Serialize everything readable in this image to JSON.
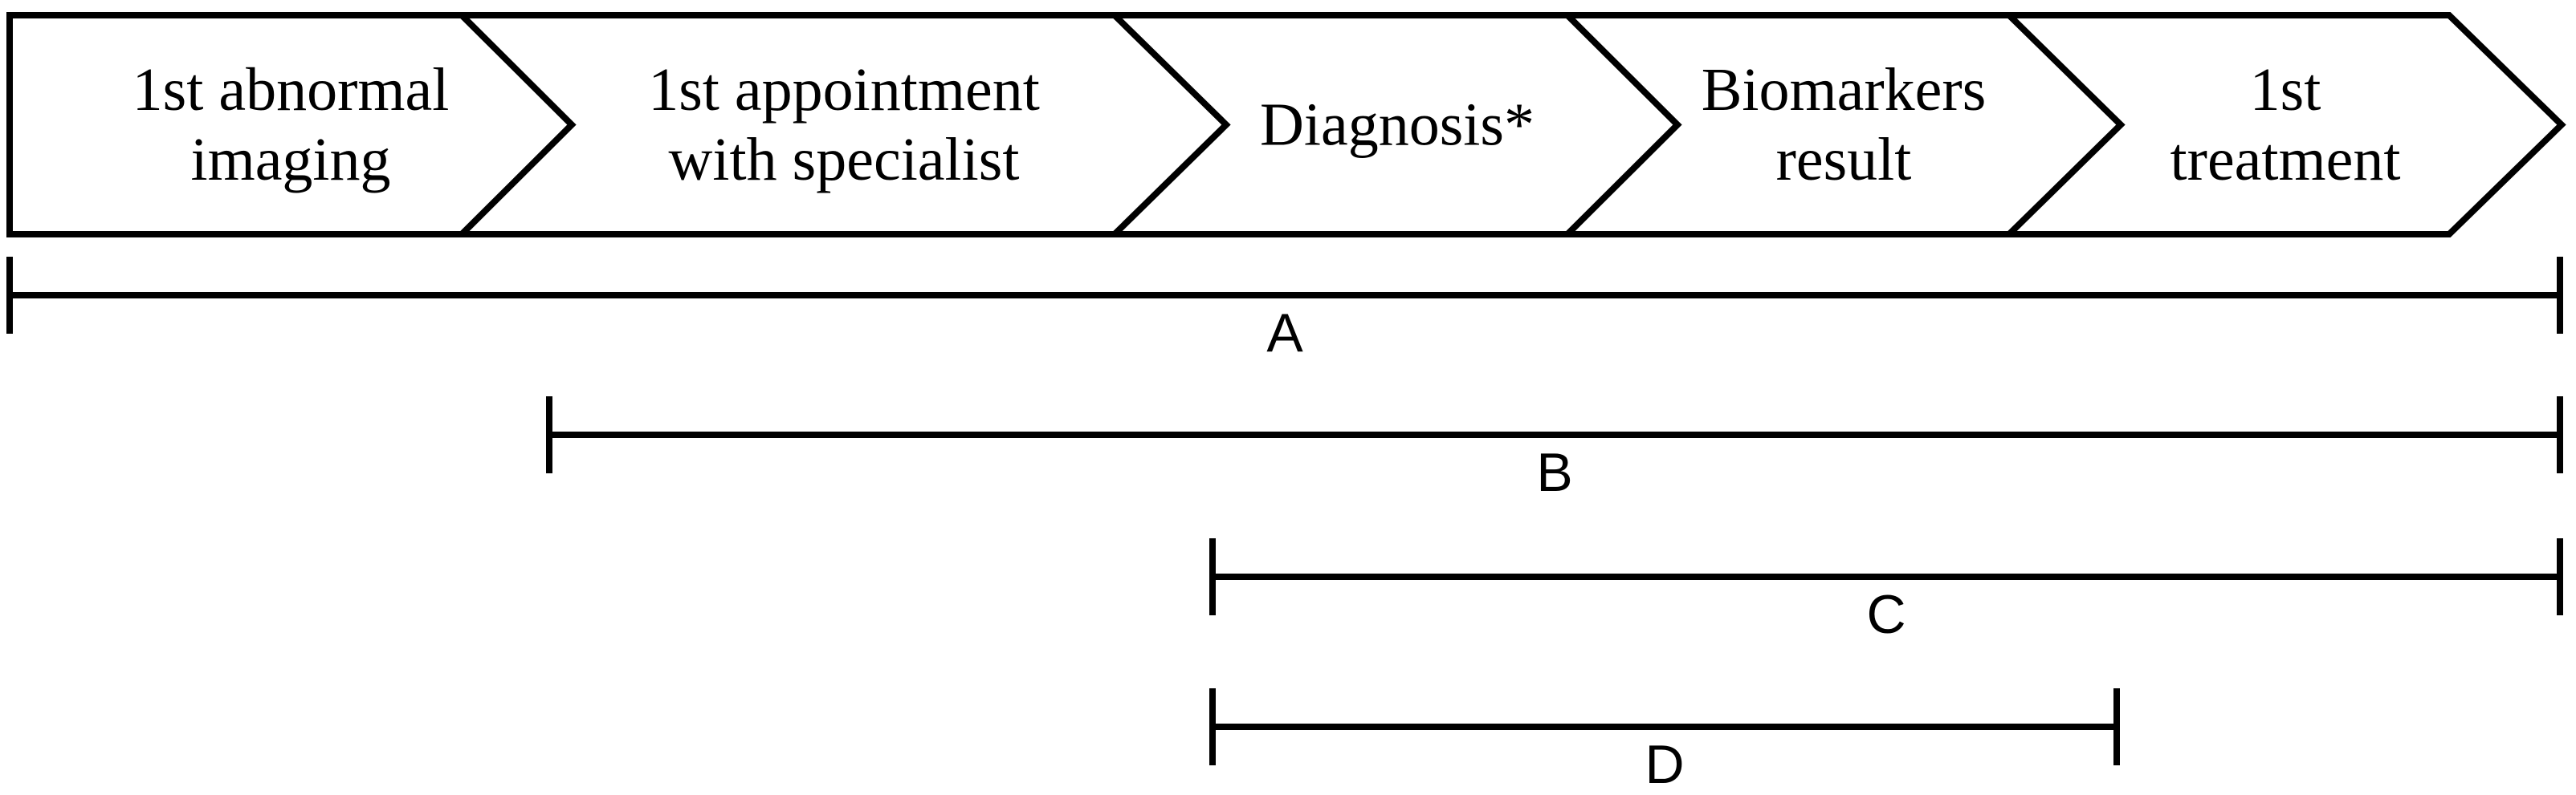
{
  "diagram": {
    "type": "process-timeline",
    "colors": {
      "stroke": "#000000",
      "fill": "#ffffff",
      "background": "#ffffff"
    },
    "stages": [
      {
        "label": "1st abnormal\nimaging"
      },
      {
        "label": "1st appointment\nwith specialist"
      },
      {
        "label": "Diagnosis*"
      },
      {
        "label": "Biomarkers\nresult"
      },
      {
        "label": "1st\ntreatment"
      }
    ],
    "intervals": [
      {
        "label": "A",
        "from_stage": "1st abnormal imaging",
        "to_stage": "1st treatment"
      },
      {
        "label": "B",
        "from_stage": "1st appointment with specialist",
        "to_stage": "1st treatment"
      },
      {
        "label": "C",
        "from_stage": "Diagnosis*",
        "to_stage": "1st treatment"
      },
      {
        "label": "D",
        "from_stage": "Diagnosis*",
        "to_stage": "Biomarkers result"
      }
    ]
  }
}
